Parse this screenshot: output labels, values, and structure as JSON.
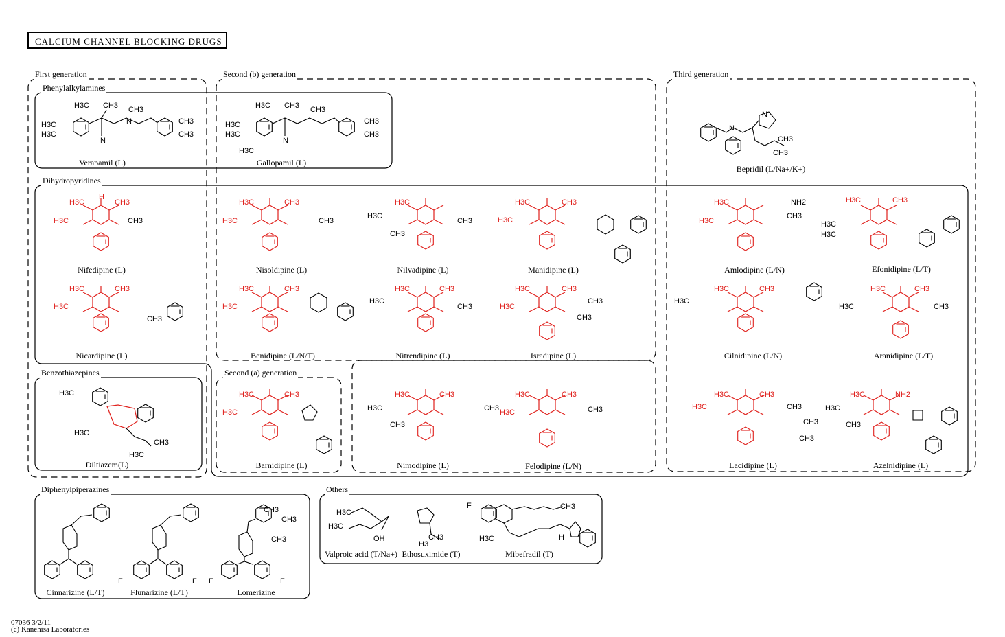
{
  "title": "CALCIUM  CHANNEL  BLOCKING  DRUGS",
  "generations": {
    "first": "First generation",
    "second_b": "Second (b) generation",
    "second_a": "Second (a) generation",
    "third": "Third generation"
  },
  "classes": {
    "phenylalkylamines": "Phenylalkylamines",
    "dihydropyridines": "Dihydropyridines",
    "benzothiazepines": "Benzothiazepines",
    "diphenylpiperazines": "Diphenylpiperazines",
    "others": "Others"
  },
  "drugs": {
    "verapamil": "Verapamil (L)",
    "gallopamil": "Gallopamil (L)",
    "bepridil": "Bepridil (L/Na+/K+)",
    "nifedipine": "Nifedipine (L)",
    "nisoldipine": "Nisoldipine (L)",
    "nilvadipine": "Nilvadipine (L)",
    "manidipine": "Manidipine (L)",
    "amlodipine": "Amlodipine (L/N)",
    "efonidipine": "Efonidipine (L/T)",
    "nicardipine": "Nicardipine (L)",
    "benidipine": "Benidipine (L/N/T)",
    "nitrendipine": "Nitrendipine (L)",
    "isradipine": "Isradipine (L)",
    "cilnidipine": "Cilnidipine  (L/N)",
    "aranidipine": "Aranidipine (L/T)",
    "diltiazem": "Diltiazem(L)",
    "barnidipine": "Barnidipine (L)",
    "nimodipine": "Nimodipine (L)",
    "felodipine": "Felodipine (L/N)",
    "lacidipine": "Lacidipine (L)",
    "azelnidipine": "Azelnidipine (L)",
    "cinnarizine": "Cinnarizine (L/T)",
    "flunarizine": "Flunarizine (L/T)",
    "lomerizine": "Lomerizine",
    "valproic_acid": "Valproic acid (T/Na+)",
    "ethosuximide": "Ethosuximide (T)",
    "mibefradil": "Mibefradil (T)"
  },
  "footer": {
    "code": "07036 3/2/11",
    "copyright": "(c) Kanehisa Laboratories"
  },
  "colors": {
    "dihydropyridine_core": "#e0201c",
    "structure_lines": "#000000"
  }
}
